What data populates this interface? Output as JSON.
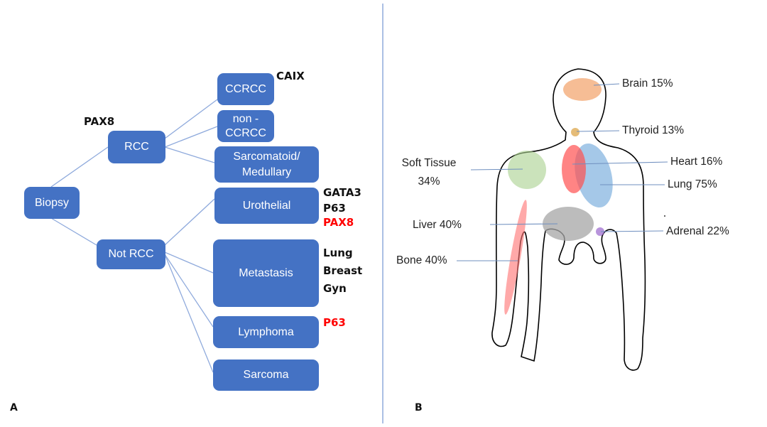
{
  "panel_a": {
    "label": "A",
    "nodes": {
      "biopsy": "Biopsy",
      "rcc": "RCC",
      "not_rcc": "Not RCC",
      "ccrcc": "CCRCC",
      "non_ccrcc_1": "non -",
      "non_ccrcc_2": "CCRCC",
      "sarcomatoid_1": "Sarcomatoid/",
      "sarcomatoid_2": "Medullary",
      "urothelial": "Urothelial",
      "metastasis": "Metastasis",
      "lymphoma": "Lymphoma",
      "sarcoma": "Sarcoma"
    },
    "markers": {
      "pax8_rcc": "PAX8",
      "caix": "CAIX",
      "gata3": "GATA3",
      "p63_uro": "P63",
      "pax8_uro": "PAX8",
      "lung": "Lung",
      "breast": "Breast",
      "gyn": "Gyn",
      "p63_lymph": "P63"
    },
    "colors": {
      "box": "#4472c4",
      "connector": "#8faadc",
      "negative_marker": "#ff0000"
    }
  },
  "panel_b": {
    "label": "B",
    "sites": {
      "brain": "Brain 15%",
      "thyroid": "Thyroid 13%",
      "heart": "Heart 16%",
      "lung": "Lung 75%",
      "soft_tissue_1": "Soft Tissue",
      "soft_tissue_2": "34%",
      "liver": "Liver 40%",
      "adrenal": "Adrenal 22%",
      "bone": "Bone 40%"
    },
    "colors": {
      "brain": "#f4b183",
      "thyroid": "#e0b060",
      "soft_tissue": "#a9d18e",
      "heart": "#ff5050",
      "lung": "#5b9bd5",
      "liver": "#a6a6a6",
      "adrenal": "#a070d0",
      "bone": "#ff7070",
      "leader": "#6f8fbf"
    }
  }
}
